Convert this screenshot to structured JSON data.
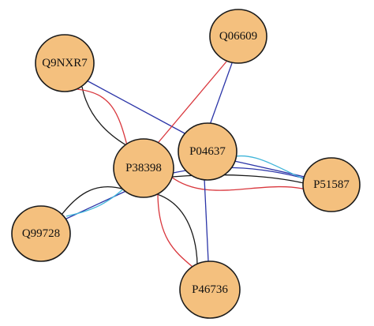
{
  "network": {
    "nodes": [
      {
        "id": "Q9NXR7",
        "label": "Q9NXR7"
      },
      {
        "id": "Q06609",
        "label": "Q06609"
      },
      {
        "id": "P04637",
        "label": "P04637"
      },
      {
        "id": "P38398",
        "label": "P38398"
      },
      {
        "id": "P51587",
        "label": "P51587"
      },
      {
        "id": "Q99728",
        "label": "Q99728"
      },
      {
        "id": "P46736",
        "label": "P46736"
      }
    ],
    "colors": {
      "node_fill": "#f4c07e",
      "node_stroke": "#1a1a1a",
      "black": "#1a1a1a",
      "red": "#d9373d",
      "blue": "#2b35a8",
      "cyan": "#3fb5d9"
    },
    "edges": [
      {
        "source": "Q9NXR7",
        "target": "P38398",
        "color": "black"
      },
      {
        "source": "Q9NXR7",
        "target": "P38398",
        "color": "red"
      },
      {
        "source": "Q9NXR7",
        "target": "P04637",
        "color": "blue"
      },
      {
        "source": "Q06609",
        "target": "P38398",
        "color": "red"
      },
      {
        "source": "Q06609",
        "target": "P04637",
        "color": "blue"
      },
      {
        "source": "P38398",
        "target": "P51587",
        "color": "black"
      },
      {
        "source": "P38398",
        "target": "P51587",
        "color": "red"
      },
      {
        "source": "P38398",
        "target": "P51587",
        "color": "blue"
      },
      {
        "source": "P04637",
        "target": "P51587",
        "color": "blue"
      },
      {
        "source": "P04637",
        "target": "P51587",
        "color": "cyan"
      },
      {
        "source": "P38398",
        "target": "Q99728",
        "color": "black"
      },
      {
        "source": "P38398",
        "target": "Q99728",
        "color": "blue"
      },
      {
        "source": "P38398",
        "target": "Q99728",
        "color": "cyan"
      },
      {
        "source": "P38398",
        "target": "P46736",
        "color": "black"
      },
      {
        "source": "P38398",
        "target": "P46736",
        "color": "red"
      },
      {
        "source": "P04637",
        "target": "P46736",
        "color": "blue"
      }
    ]
  }
}
